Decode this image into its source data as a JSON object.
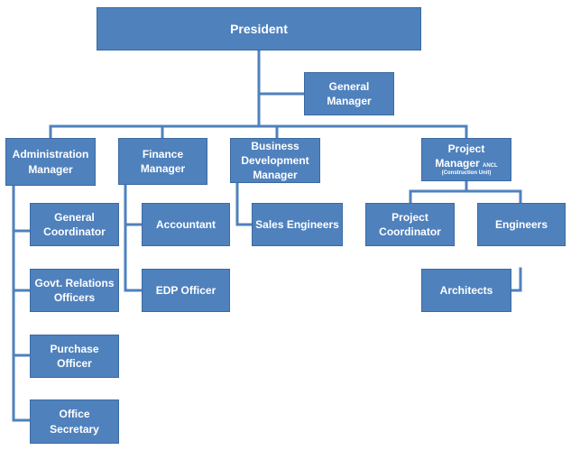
{
  "org_chart": {
    "president": "President",
    "general_manager": [
      "General",
      "Manager"
    ],
    "administration_manager": [
      "Administration",
      "Manager"
    ],
    "finance_manager": [
      "Finance",
      "Manager"
    ],
    "business_development_manager": [
      "Business",
      "Development",
      "Manager"
    ],
    "project_manager": {
      "lines": [
        "Project",
        "Manager"
      ],
      "tag": "ANCL",
      "note": "(Construction Unit)"
    },
    "general_coordinator": [
      "General",
      "Coordinator"
    ],
    "govt_relations_officers": [
      "Govt. Relations",
      "Officers"
    ],
    "purchase_officer": [
      "Purchase",
      "Officer"
    ],
    "office_secretary": [
      "Office",
      "Secretary"
    ],
    "accountant": "Accountant",
    "edp_officer": "EDP Officer",
    "sales_engineers": "Sales Engineers",
    "project_coordinator": [
      "Project",
      "Coordinator"
    ],
    "engineers": "Engineers",
    "architects": "Architects"
  },
  "colors": {
    "box_fill": "#4f81bd",
    "box_border": "#3c6aa1",
    "connector": "#4f81bd",
    "text": "#ffffff"
  }
}
